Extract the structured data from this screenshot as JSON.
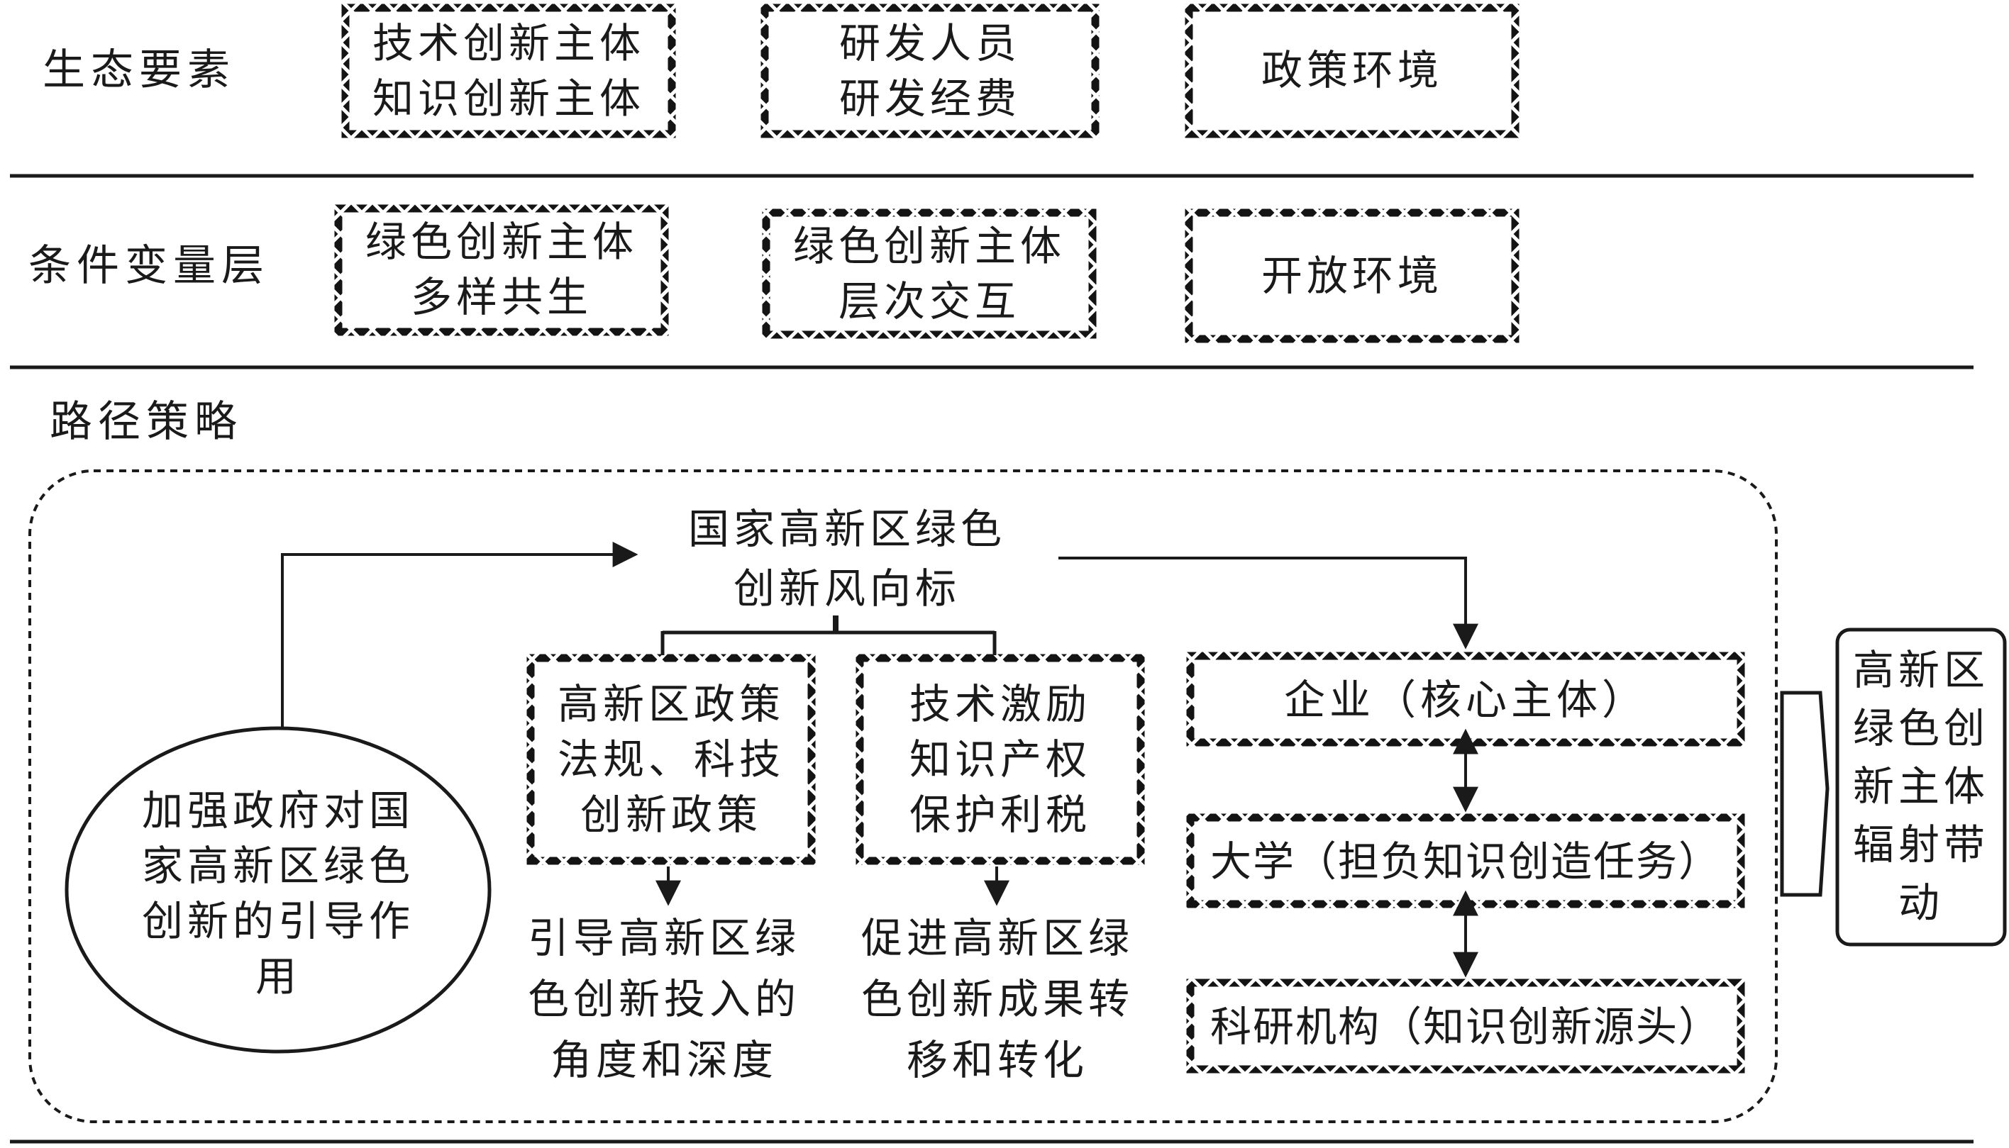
{
  "rows": {
    "ecology": {
      "label": "生态要素",
      "boxes": [
        {
          "line1": "技术创新主体",
          "line2": "知识创新主体"
        },
        {
          "line1": "研发人员",
          "line2": "研发经费"
        },
        {
          "line1": "政策环境"
        }
      ]
    },
    "conditions": {
      "label": "条件变量层",
      "boxes": [
        {
          "line1": "绿色创新主体",
          "line2": "多样共生"
        },
        {
          "line1": "绿色创新主体",
          "line2": "层次交互"
        },
        {
          "line1": "开放环境"
        }
      ]
    },
    "strategy": {
      "label": "路径策略",
      "center": {
        "line1": "国家高新区绿色",
        "line2": "创新风向标"
      },
      "policy_box": {
        "line1": "高新区政策",
        "line2": "法规、科技",
        "line3": "创新政策"
      },
      "incentive_box": {
        "line1": "技术激励",
        "line2": "知识产权",
        "line3": "保护利税"
      },
      "policy_result": {
        "line1": "引导高新区绿",
        "line2": "色创新投入的",
        "line3": "角度和深度"
      },
      "incentive_result": {
        "line1": "促进高新区绿",
        "line2": "色创新成果转",
        "line3": "移和转化"
      },
      "government": {
        "line1": "加强政府对国",
        "line2": "家高新区绿色",
        "line3": "创新的引导作",
        "line4": "用"
      },
      "actors": [
        {
          "label": "企业（核心主体）"
        },
        {
          "label": "大学（担负知识创造任务）"
        },
        {
          "label": "科研机构（知识创新源头）"
        }
      ],
      "outcome": {
        "line1": "高新区",
        "line2": "绿色创",
        "line3": "新主体",
        "line4": "辐射带",
        "line5": "动"
      }
    }
  }
}
